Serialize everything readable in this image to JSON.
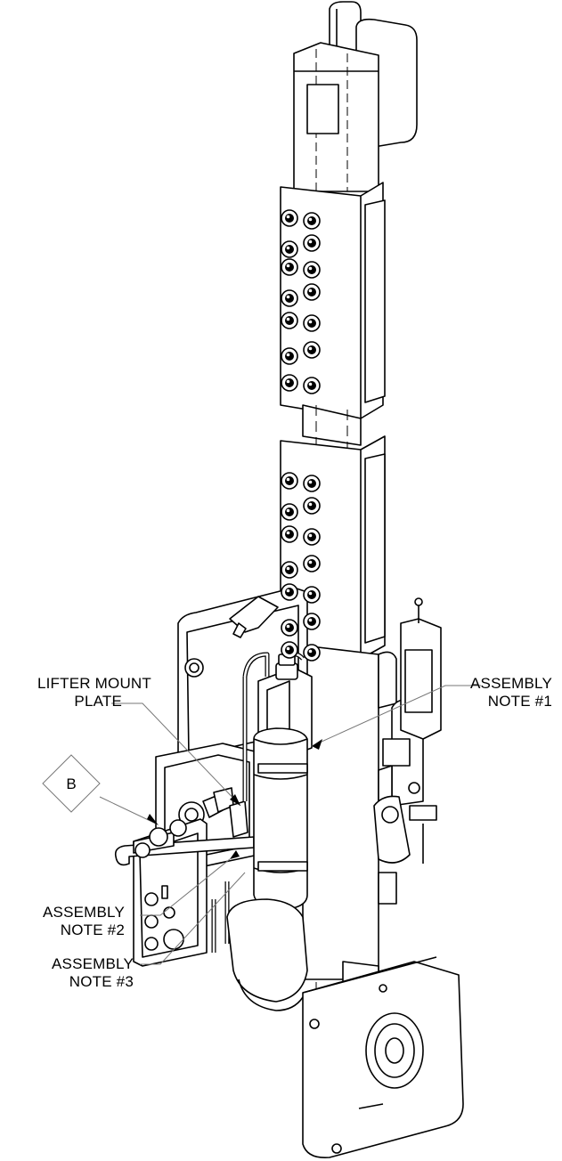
{
  "labels": {
    "lifter_mount_plate": [
      "LIFTER MOUNT",
      "PLATE"
    ],
    "assembly_note_1": [
      "ASSEMBLY",
      "NOTE #1"
    ],
    "assembly_note_2": [
      "ASSEMBLY",
      "NOTE #2"
    ],
    "assembly_note_3": [
      "ASSEMBLY",
      "NOTE #3"
    ],
    "detail_b": "B"
  },
  "colors": {
    "line": "#000000",
    "leader": "#777777",
    "background": "#ffffff"
  }
}
